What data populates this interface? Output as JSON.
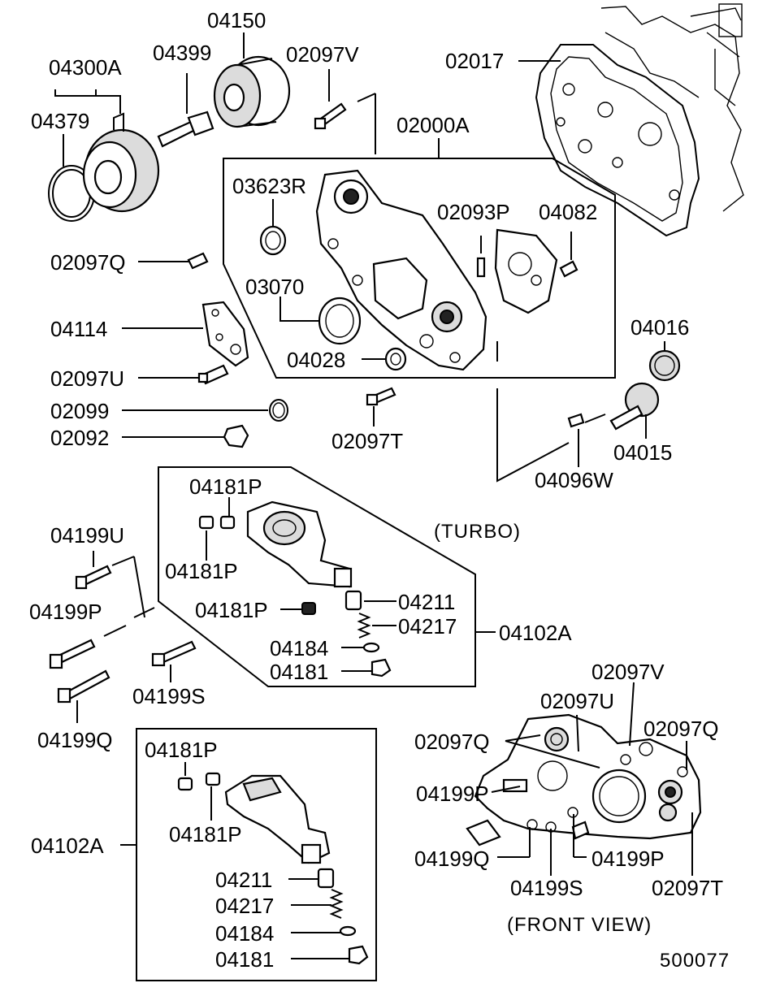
{
  "labels": {
    "l04150": "04150",
    "l04300A": "04300A",
    "l04399": "04399",
    "l02097V_top": "02097V",
    "l04379": "04379",
    "l02017": "02017",
    "l02000A": "02000A",
    "l03623R": "03623R",
    "l02093P": "02093P",
    "l04082": "04082",
    "l02097Q_left": "02097Q",
    "l03070": "03070",
    "l04114": "04114",
    "l04016": "04016",
    "l04028": "04028",
    "l02097U_left": "02097U",
    "l02099": "02099",
    "l02092": "02092",
    "l02097T_mid": "02097T",
    "l04015": "04015",
    "l04096W": "04096W",
    "l04181P_a": "04181P",
    "l04181P_b": "04181P",
    "l04181P_c": "04181P",
    "l04199U": "04199U",
    "l04199P_left": "04199P",
    "l04211_a": "04211",
    "l04217_a": "04217",
    "l04102A_a": "04102A",
    "l04184_a": "04184",
    "l04181_a": "04181",
    "l04199S_left": "04199S",
    "l04199Q_left": "04199Q",
    "l02097V_fv": "02097V",
    "l02097U_fv": "02097U",
    "l02097Q_fv1": "02097Q",
    "l02097Q_fv2": "02097Q",
    "l04181P_d": "04181P",
    "l04199P_fv1": "04199P",
    "l04181P_e": "04181P",
    "l04102A_b": "04102A",
    "l04199Q_fv": "04199Q",
    "l04199P_fv2": "04199P",
    "l04199S_fv": "04199S",
    "l02097T_fv": "02097T",
    "l04211_b": "04211",
    "l04217_b": "04217",
    "l04184_b": "04184",
    "l04181_b": "04181",
    "turbo": "(TURBO)",
    "front_view": "(FRONT VIEW)",
    "drawing_number": "500077"
  }
}
